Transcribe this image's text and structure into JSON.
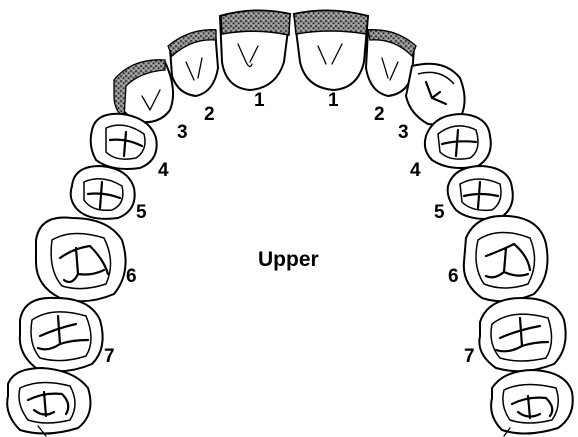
{
  "diagram": {
    "title": "Upper",
    "labels_left": [
      "1",
      "2",
      "3",
      "4",
      "5",
      "6",
      "7"
    ],
    "labels_right": [
      "1",
      "2",
      "3",
      "4",
      "5",
      "6",
      "7"
    ],
    "colors": {
      "ink": "#000000",
      "background": "#ffffff",
      "stipple": "#555555"
    }
  }
}
